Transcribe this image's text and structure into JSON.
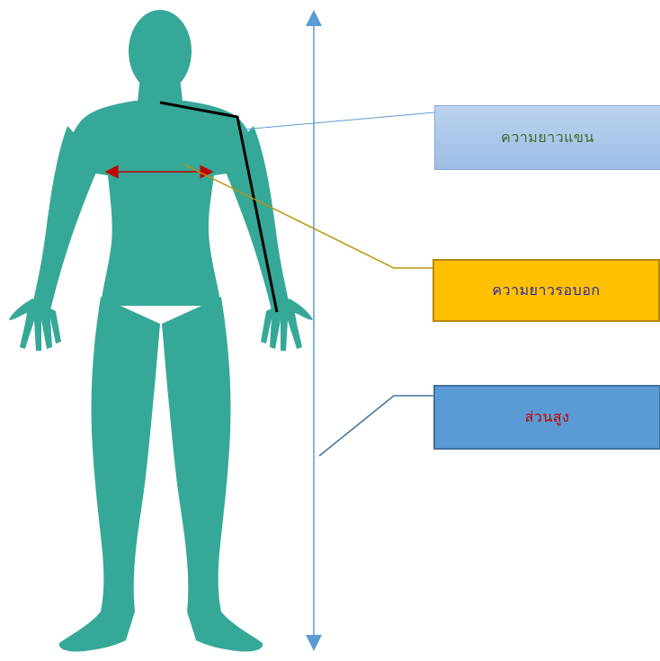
{
  "labels": {
    "arm_length": "ความยาวแขน",
    "chest_length": "ความยาวรอบอก",
    "height": "ส่วนสูง"
  },
  "colors": {
    "silhouette": "#36a897",
    "height_axis": "#5b9bd5",
    "arm_connector": "#5b9bd5",
    "chest_connector": "#b8960b",
    "height_connector": "#41719c",
    "chest_arrow": "#c00000",
    "arm_measure_line": "#000000",
    "arm_box": "#9cbde6",
    "chest_box": "#ffc000",
    "height_box": "#5b9bd5"
  }
}
